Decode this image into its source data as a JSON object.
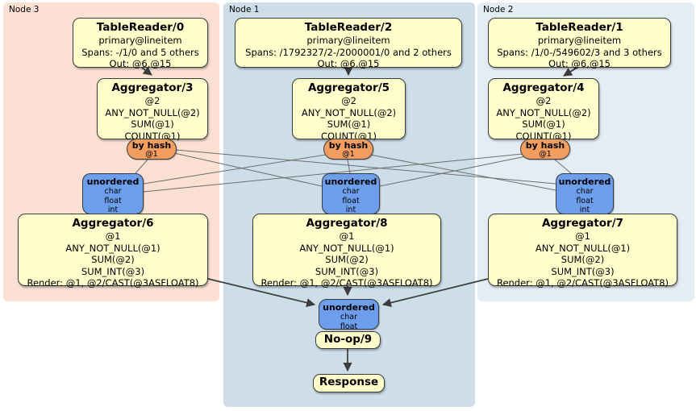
{
  "colors": {
    "node3_region": "#fce0d3",
    "node1_region": "#cddee9",
    "node2_region": "#e3edf4",
    "processor_box": "#ffffcc",
    "hash_router": "#f49d60",
    "stream_merge": "#6d9eeb",
    "edge": "#6e6e6e",
    "arrow": "#3d3d3d"
  },
  "regions": {
    "node3": {
      "label": "Node 3"
    },
    "node1": {
      "label": "Node 1"
    },
    "node2": {
      "label": "Node 2"
    }
  },
  "boxes": {
    "tablereader0": {
      "title": "TableReader/0",
      "line1": "primary@lineitem",
      "line2": "Spans: -/1/0 and 5 others",
      "line3": "Out: @6,@15"
    },
    "tablereader2": {
      "title": "TableReader/2",
      "line1": "primary@lineitem",
      "line2": "Spans: /1792327/2-/2000001/0 and 2 others",
      "line3": "Out: @6,@15"
    },
    "tablereader1": {
      "title": "TableReader/1",
      "line1": "primary@lineitem",
      "line2": "Spans: /1/0-/549602/3 and 3 others",
      "line3": "Out: @6,@15"
    },
    "aggregator3": {
      "title": "Aggregator/3",
      "group": "@2",
      "agg1": "ANY_NOT_NULL(@2)",
      "agg2": "SUM(@1)",
      "agg3": "COUNT(@1)"
    },
    "aggregator5": {
      "title": "Aggregator/5",
      "group": "@2",
      "agg1": "ANY_NOT_NULL(@2)",
      "agg2": "SUM(@1)",
      "agg3": "COUNT(@1)"
    },
    "aggregator4": {
      "title": "Aggregator/4",
      "group": "@2",
      "agg1": "ANY_NOT_NULL(@2)",
      "agg2": "SUM(@1)",
      "agg3": "COUNT(@1)"
    },
    "aggregator6": {
      "title": "Aggregator/6",
      "group": "@1",
      "agg1": "ANY_NOT_NULL(@1)",
      "agg2": "SUM(@2)",
      "agg3": "SUM_INT(@3)",
      "render": "Render: @1, @2/CAST(@3ASFLOAT8)"
    },
    "aggregator8": {
      "title": "Aggregator/8",
      "group": "@1",
      "agg1": "ANY_NOT_NULL(@1)",
      "agg2": "SUM(@2)",
      "agg3": "SUM_INT(@3)",
      "render": "Render: @1, @2/CAST(@3ASFLOAT8)"
    },
    "aggregator7": {
      "title": "Aggregator/7",
      "group": "@1",
      "agg1": "ANY_NOT_NULL(@1)",
      "agg2": "SUM(@2)",
      "agg3": "SUM_INT(@3)",
      "render": "Render: @1, @2/CAST(@3ASFLOAT8)"
    },
    "noop": {
      "title": "No-op/9"
    },
    "response": {
      "title": "Response"
    }
  },
  "streams": {
    "byhash": {
      "label": "by hash",
      "key": "@1"
    },
    "unordered_label": "unordered",
    "types_full": [
      "char",
      "float",
      "int"
    ],
    "types_final": [
      "char",
      "float"
    ]
  }
}
